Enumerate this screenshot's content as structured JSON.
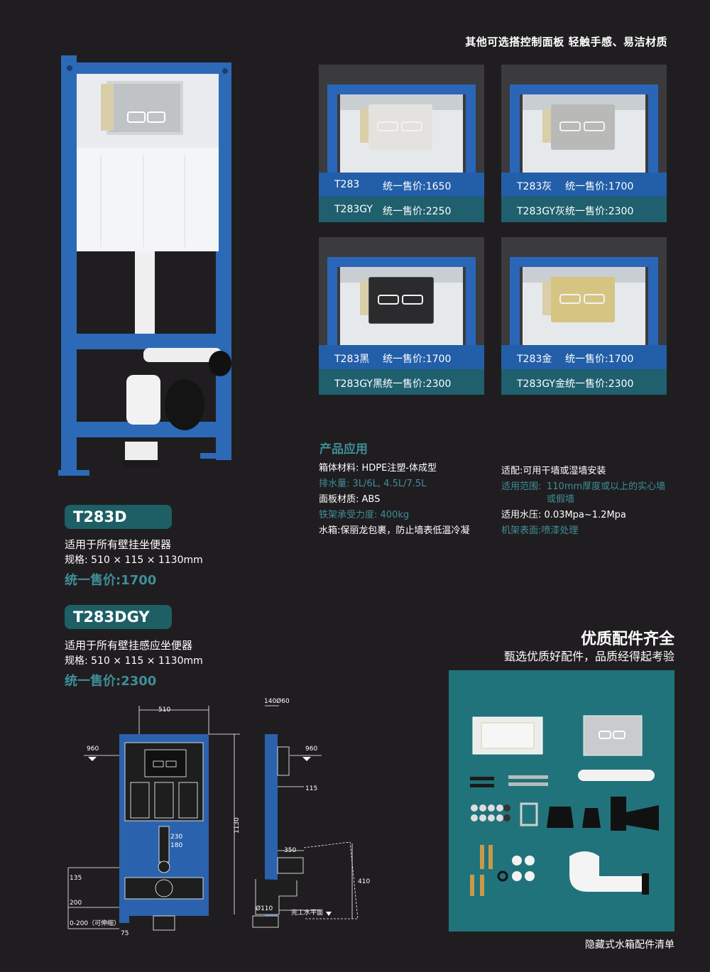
{
  "panels_heading": "其他可选搭控制面板 轻触手感、易洁材质",
  "panels": [
    {
      "plate_color": "#e4e2de",
      "rows": [
        {
          "code": "T283",
          "price": "统一售价:1650"
        },
        {
          "code": "T283GY",
          "price": "统一售价:2250"
        }
      ]
    },
    {
      "plate_color": "#b9bab8",
      "rows": [
        {
          "code": "T283灰",
          "price": "统一售价:1700"
        },
        {
          "code": "T283GY灰",
          "price": "统一售价:2300"
        }
      ]
    },
    {
      "plate_color": "#2b2b2d",
      "rows": [
        {
          "code": "T283黑",
          "price": "统一售价:1700"
        },
        {
          "code": "T283GY黑",
          "price": "统一售价:2300"
        }
      ]
    },
    {
      "plate_color": "#d6c483",
      "rows": [
        {
          "code": "T283金",
          "price": "统一售价:1700"
        },
        {
          "code": "T283GY金",
          "price": "统一售价:2300"
        }
      ]
    }
  ],
  "application": {
    "title": "产品应用",
    "left": [
      {
        "text": "箱体材料: HDPE注塑-体成型",
        "teal": false
      },
      {
        "text": "排水量: 3L/6L, 4.5L/7.5L",
        "teal": true
      },
      {
        "text": "面板材质: ABS",
        "teal": false
      },
      {
        "text": "铁架承受力度: 400kg",
        "teal": true
      },
      {
        "text": "水箱:保丽龙包裹，防止墙表低温冷凝",
        "teal": false
      }
    ],
    "right": {
      "fit": "适配:可用干墙或湿墙安装",
      "range_label": "适用范围:",
      "range_line1": "110mm厚度或以上的实心墙",
      "range_line2": "或假墙",
      "pressure": "适用水压: 0.03Mpa~1.2Mpa",
      "surface": "机架表面:喷漆处理"
    }
  },
  "products": [
    {
      "model": "T283D",
      "desc": "适用于所有壁挂坐便器",
      "spec": "规格: 510 × 115 × 1130mm",
      "price": "统一售价:1700"
    },
    {
      "model": "T283DGY",
      "desc": "适用于所有壁挂感应坐便器",
      "spec": "规格: 510 × 115 × 1130mm",
      "price": "统一售价:2300"
    }
  ],
  "drawing": {
    "w510": "510",
    "d960a": "960",
    "d960b": "960",
    "d140": "140Ø60",
    "h1130": "1130",
    "d115": "115",
    "d230": "230",
    "d180": "180",
    "d135": "135",
    "d200": "200",
    "d0200": "0-200（可伸缩）",
    "d75": "75",
    "d350": "350",
    "d410": "410",
    "d110": "Ø110",
    "floor": "完工水平面"
  },
  "accessories": {
    "title": "优质配件齐全",
    "subtitle": "甄选优质好配件，品质经得起考验",
    "caption": "隐藏式水箱配件清单"
  }
}
